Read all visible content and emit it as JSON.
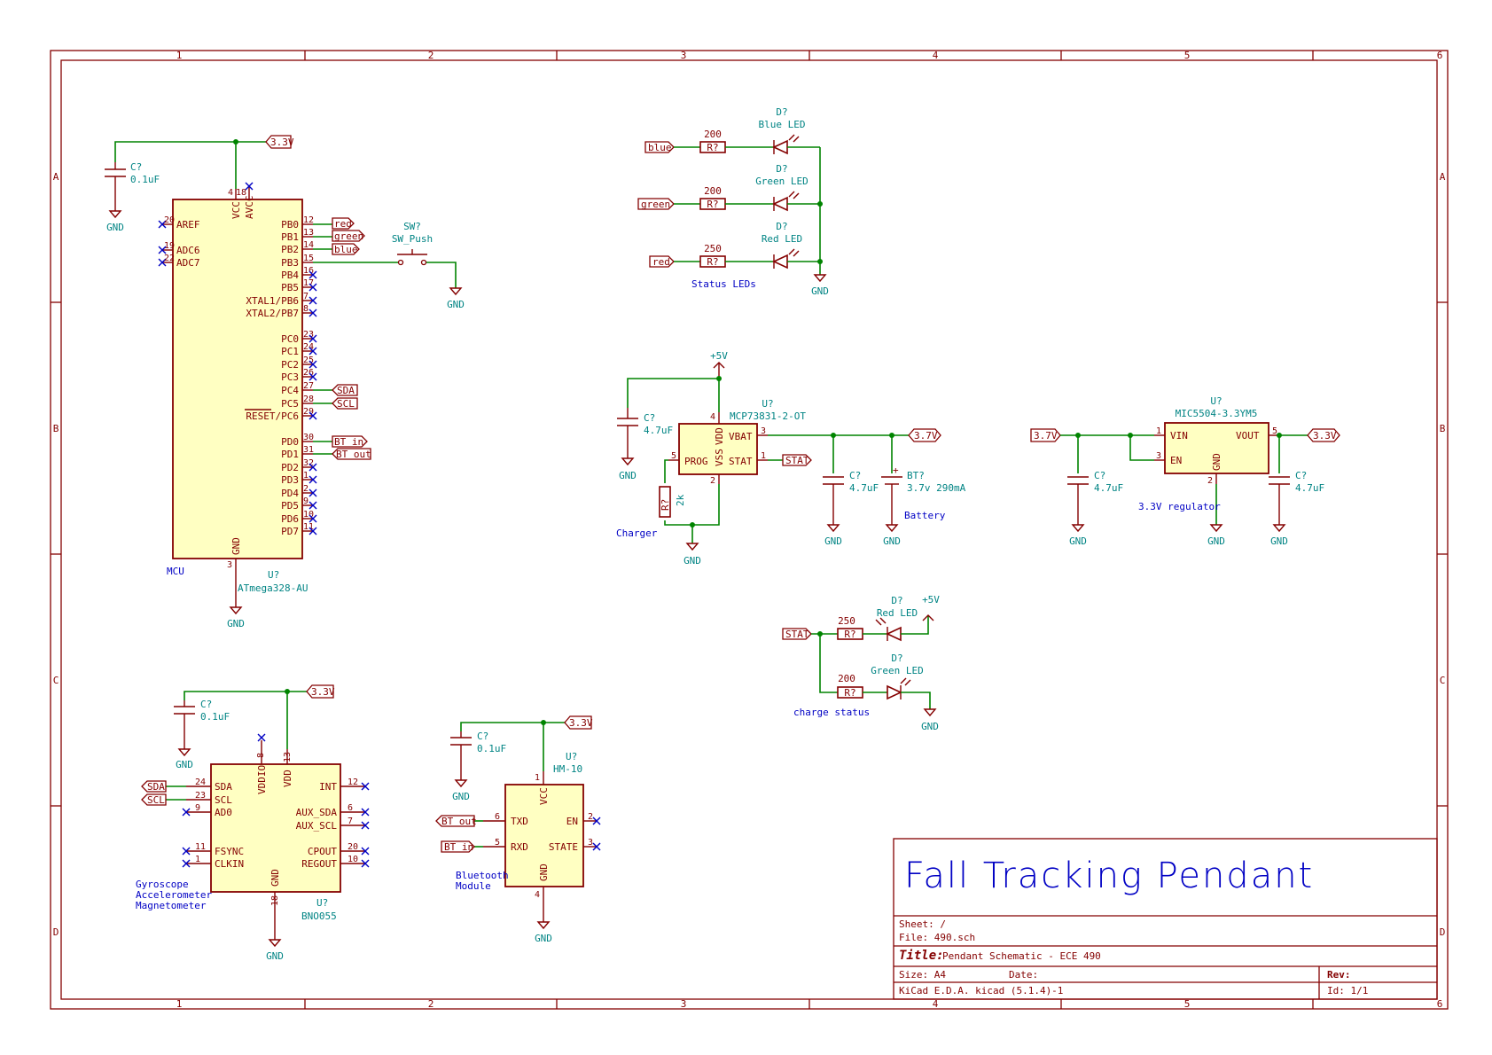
{
  "frame": {
    "col_labels": [
      "1",
      "2",
      "3",
      "4",
      "5",
      "6"
    ],
    "row_labels": [
      "A",
      "B",
      "C",
      "D"
    ]
  },
  "title_block": {
    "big_title": "Fall Tracking Pendant",
    "sheet": "Sheet: /",
    "file": "File: 490.sch",
    "title_label": "Title:",
    "title_value": "Pendant Schematic - ECE 490",
    "size": "Size: A4",
    "date": "Date:",
    "rev": "Rev:",
    "tool": "KiCad E.D.A.  kicad (5.1.4)-1",
    "id": "Id: 1/1"
  },
  "power": {
    "v33": "3.3V",
    "v37": "3.7V",
    "v5": "+5V",
    "gnd": "GND"
  },
  "labels": {
    "red": "red",
    "green": "green",
    "blue": "blue",
    "sda": "SDA",
    "scl": "SCL",
    "bt_in": "BT_in",
    "bt_out": "BT_out",
    "stat": "STAT"
  },
  "mcu": {
    "ref": "U?",
    "value": "ATmega328-AU",
    "note": "MCU",
    "cap_ref": "C?",
    "cap_value": "0.1uF",
    "left_pins": [
      {
        "num": "20",
        "name": "AREF"
      },
      {
        "num": "19",
        "name": "ADC6"
      },
      {
        "num": "22",
        "name": "ADC7"
      }
    ],
    "top_pins": [
      {
        "num": "4",
        "name": "VCC"
      },
      {
        "num": "18",
        "name": "AVCC"
      }
    ],
    "bottom_pin": {
      "num": "3",
      "name": "GND"
    },
    "right_pins": [
      {
        "num": "12",
        "name": "PB0"
      },
      {
        "num": "13",
        "name": "PB1"
      },
      {
        "num": "14",
        "name": "PB2"
      },
      {
        "num": "15",
        "name": "PB3"
      },
      {
        "num": "16",
        "name": "PB4"
      },
      {
        "num": "17",
        "name": "PB5"
      },
      {
        "num": "7",
        "name": "XTAL1/PB6"
      },
      {
        "num": "8",
        "name": "XTAL2/PB7"
      },
      {
        "num": "23",
        "name": "PC0"
      },
      {
        "num": "24",
        "name": "PC1"
      },
      {
        "num": "25",
        "name": "PC2"
      },
      {
        "num": "26",
        "name": "PC3"
      },
      {
        "num": "27",
        "name": "PC4"
      },
      {
        "num": "28",
        "name": "PC5"
      },
      {
        "num": "29",
        "name": "RESET/PC6"
      },
      {
        "num": "30",
        "name": "PD0"
      },
      {
        "num": "31",
        "name": "PD1"
      },
      {
        "num": "32",
        "name": "PD2"
      },
      {
        "num": "1",
        "name": "PD3"
      },
      {
        "num": "2",
        "name": "PD4"
      },
      {
        "num": "9",
        "name": "PD5"
      },
      {
        "num": "10",
        "name": "PD6"
      },
      {
        "num": "11",
        "name": "PD7"
      }
    ]
  },
  "switch": {
    "ref": "SW?",
    "value": "SW_Push"
  },
  "status_leds": {
    "note": "Status LEDs",
    "rows": [
      {
        "label": "blue",
        "res_ref": "R?",
        "res_value": "200",
        "led_ref": "D?",
        "led_value": "Blue LED"
      },
      {
        "label": "green",
        "res_ref": "R?",
        "res_value": "200",
        "led_ref": "D?",
        "led_value": "Green LED"
      },
      {
        "label": "red",
        "res_ref": "R?",
        "res_value": "250",
        "led_ref": "D?",
        "led_value": "Red LED"
      }
    ]
  },
  "charger": {
    "note": "Charger",
    "ref": "U?",
    "value": "MCP73831-2-OT",
    "pins": {
      "vdd": "VDD",
      "vbat": "VBAT",
      "prog": "PROG",
      "stat": "STAT",
      "vss": "VSS"
    },
    "pin_nums": {
      "vdd": "4",
      "vbat": "3",
      "prog": "5",
      "stat": "1",
      "vss": "2"
    },
    "cin_ref": "C?",
    "cin_value": "4.7uF",
    "cout_ref": "C?",
    "cout_value": "4.7uF",
    "rprog_ref": "R?",
    "rprog_value": "2k",
    "bat_ref": "BT?",
    "bat_value": "3.7v 290mA",
    "bat_note": "Battery"
  },
  "regulator": {
    "note": "3.3V regulator",
    "ref": "U?",
    "value": "MIC5504-3.3YM5",
    "pins": {
      "vin": "VIN",
      "en": "EN",
      "vout": "VOUT",
      "gnd": "GND"
    },
    "pin_nums": {
      "vin": "1",
      "en": "3",
      "vout": "5",
      "gnd": "2"
    },
    "cin_ref": "C?",
    "cin_value": "4.7uF",
    "cout_ref": "C?",
    "cout_value": "4.7uF"
  },
  "charge_status": {
    "note": "charge status",
    "red": {
      "res_ref": "R?",
      "res_value": "250",
      "led_ref": "D?",
      "led_value": "Red LED"
    },
    "green": {
      "res_ref": "R?",
      "res_value": "200",
      "led_ref": "D?",
      "led_value": "Green LED"
    }
  },
  "imu": {
    "note_lines": [
      "Gyroscope",
      "Accelerometer",
      "Magnetometer"
    ],
    "ref": "U?",
    "value": "BNO055",
    "cap_ref": "C?",
    "cap_value": "0.1uF",
    "left_pins": [
      {
        "num": "24",
        "name": "SDA"
      },
      {
        "num": "23",
        "name": "SCL"
      },
      {
        "num": "9",
        "name": "AD0"
      },
      {
        "num": "11",
        "name": "FSYNC"
      },
      {
        "num": "1",
        "name": "CLKIN"
      }
    ],
    "right_pins": [
      {
        "num": "12",
        "name": "INT"
      },
      {
        "num": "6",
        "name": "AUX_SDA"
      },
      {
        "num": "7",
        "name": "AUX_SCL"
      },
      {
        "num": "20",
        "name": "CPOUT"
      },
      {
        "num": "10",
        "name": "REGOUT"
      }
    ],
    "top_pins": [
      {
        "num": "8",
        "name": "VDDIO"
      },
      {
        "num": "13",
        "name": "VDD"
      }
    ],
    "bottom_pin": {
      "num": "18",
      "name": "GND"
    }
  },
  "bluetooth": {
    "note_lines": [
      "Bluetooth",
      "Module"
    ],
    "ref": "U?",
    "value": "HM-10",
    "cap_ref": "C?",
    "cap_value": "0.1uF",
    "left_pins": [
      {
        "num": "6",
        "name": "TXD"
      },
      {
        "num": "5",
        "name": "RXD"
      }
    ],
    "right_pins": [
      {
        "num": "2",
        "name": "EN"
      },
      {
        "num": "3",
        "name": "STATE"
      }
    ],
    "top_pin": {
      "num": "1",
      "name": "VCC"
    },
    "bottom_pin": {
      "num": "4",
      "name": "GND"
    }
  }
}
